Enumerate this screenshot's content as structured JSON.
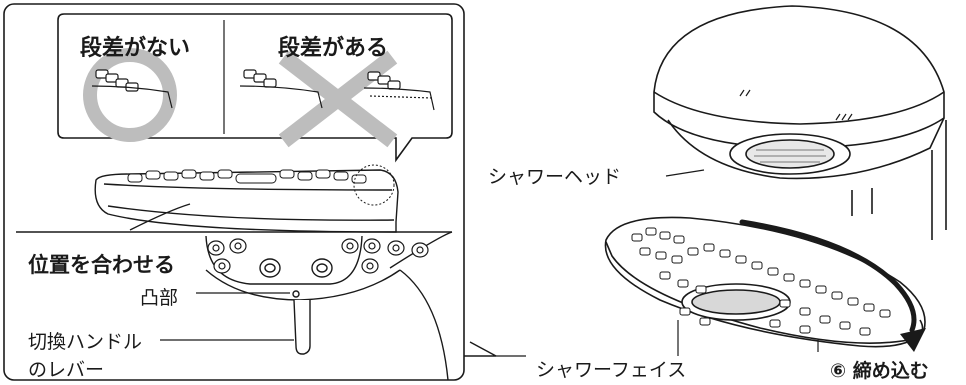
{
  "inset": {
    "left_title": "段差がない",
    "right_title": "段差がある",
    "left_mark": "circle-ok-mark",
    "right_mark": "cross-ng-mark"
  },
  "labels": {
    "align": "位置を合わせる",
    "convex": "凸部",
    "lever_line1": "切換ハンドル",
    "lever_line2": "のレバー",
    "shower_head": "シャワーヘッド",
    "shower_face": "シャワーフェイス",
    "step_number": "⑥",
    "step_text": "締め込む"
  },
  "colors": {
    "line": "#1a1a1a",
    "mark_gray": "#bdbdbd"
  }
}
